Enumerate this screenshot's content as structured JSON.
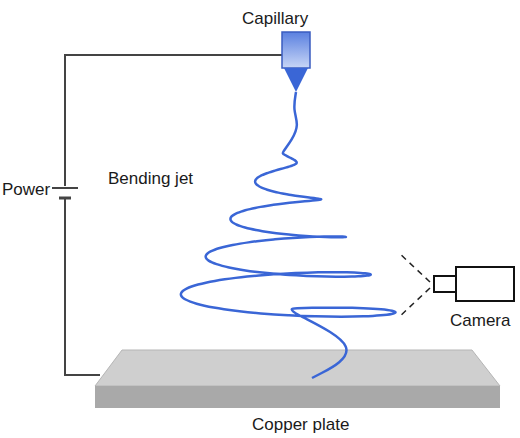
{
  "diagram": {
    "labels": [
      "Capillary",
      "Power",
      "Bending jet",
      "Camera",
      "Copper plate"
    ]
  }
}
